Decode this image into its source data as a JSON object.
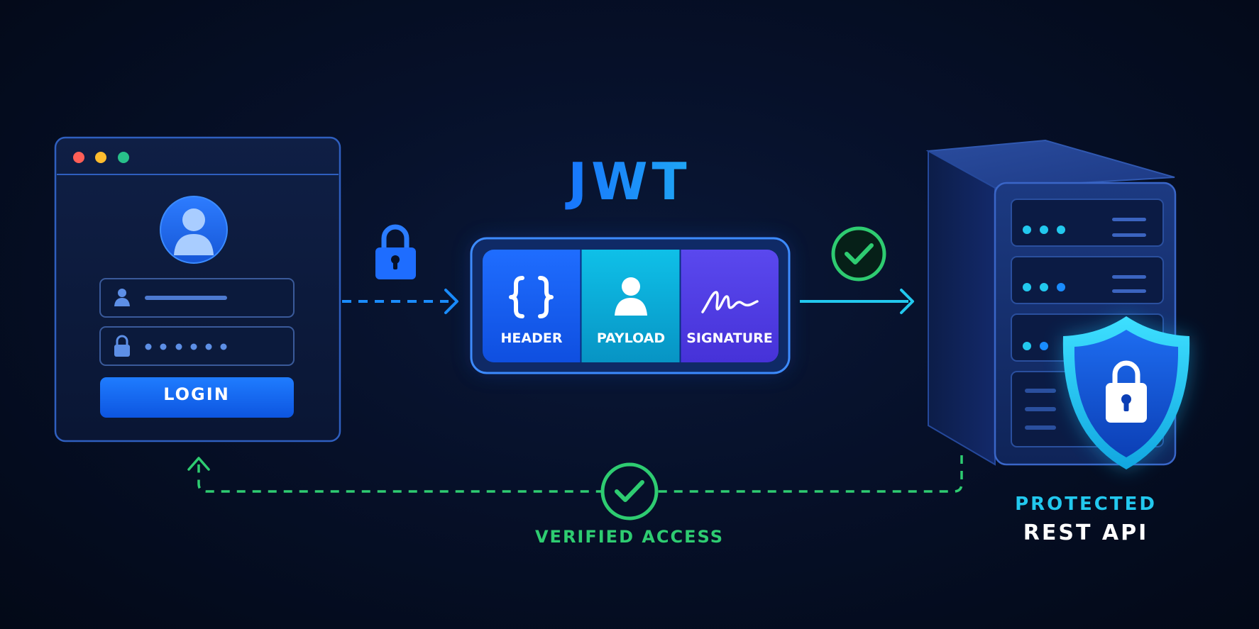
{
  "title": "JWT",
  "login_form": {
    "button_label": "LOGIN"
  },
  "token_segments": [
    {
      "label": "HEADER",
      "icon": "braces-icon"
    },
    {
      "label": "PAYLOAD",
      "icon": "user-icon"
    },
    {
      "label": "SIGNATURE",
      "icon": "signature-icon"
    }
  ],
  "server": {
    "label_line1": "PROTECTED",
    "label_line2": "REST API"
  },
  "feedback": {
    "label": "VERIFIED ACCESS"
  },
  "colors": {
    "background": "#040b1c",
    "accent_blue": "#1a6dff",
    "accent_cyan": "#22c8ee",
    "success_green": "#2ecc71",
    "signature_purple": "#5b45e6",
    "window_dot_red": "#ff5f57",
    "window_dot_yellow": "#febc2e",
    "window_dot_green": "#28c08a"
  }
}
